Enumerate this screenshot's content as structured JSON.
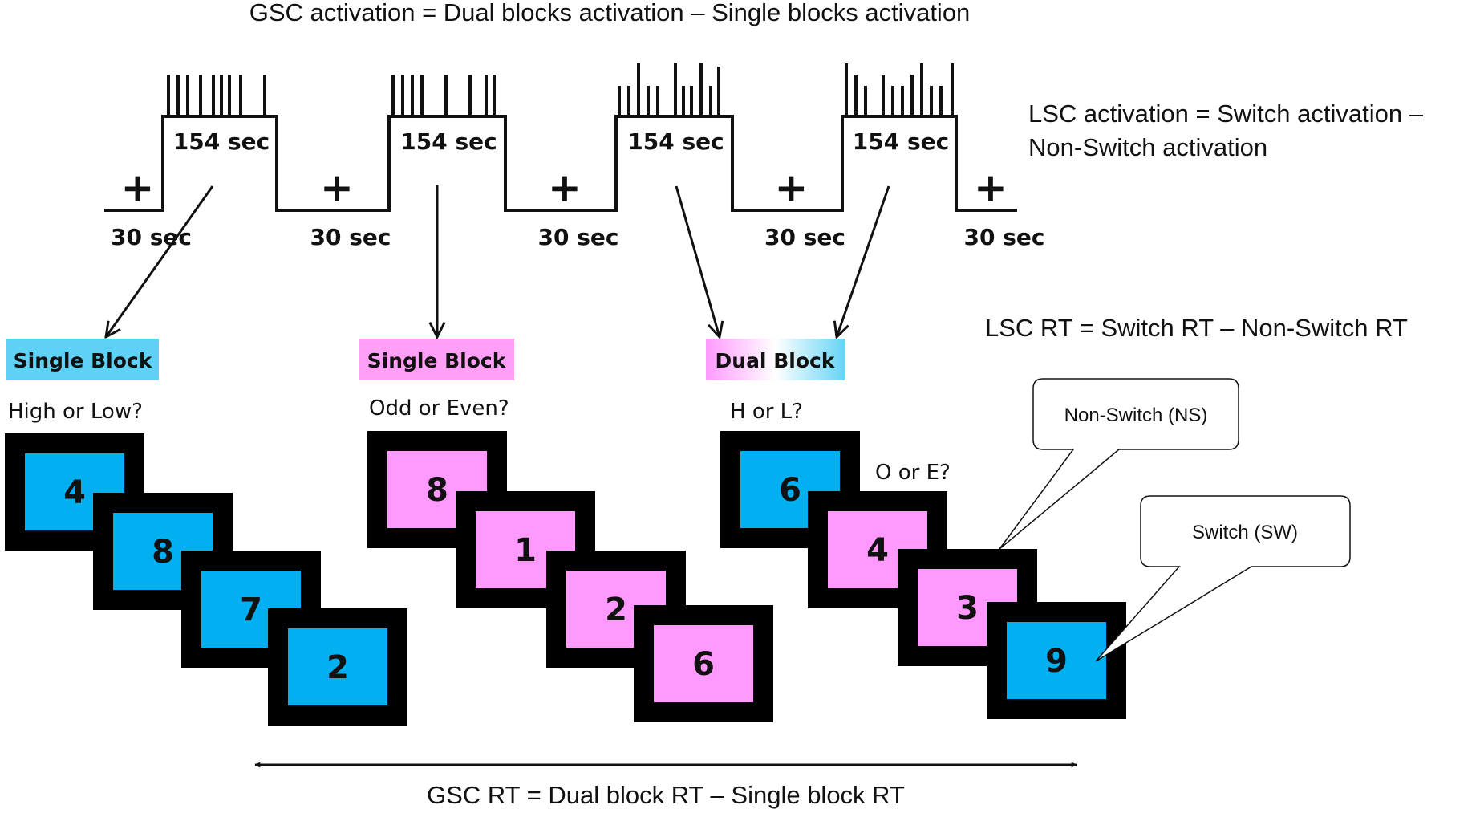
{
  "equations": {
    "gsc_activation": "GSC activation = Dual blocks activation – Single blocks activation",
    "lsc_activation_line1": "LSC activation = Switch activation –",
    "lsc_activation_line2": "Non-Switch activation",
    "lsc_rt": "LSC RT = Switch RT – Non-Switch RT",
    "gsc_rt": "GSC RT = Dual block RT – Single block RT"
  },
  "timeline": {
    "task_duration": "154 sec",
    "rest_duration": "30 sec",
    "fixation": "+",
    "task_periods": 4,
    "rest_periods": 5
  },
  "blocks": [
    {
      "label": "Single Block",
      "style": "single-blue",
      "question": "High or Low?",
      "trials": [
        {
          "digit": "4",
          "task": "blue"
        },
        {
          "digit": "8",
          "task": "blue"
        },
        {
          "digit": "7",
          "task": "blue"
        },
        {
          "digit": "2",
          "task": "blue"
        }
      ]
    },
    {
      "label": "Single Block",
      "style": "single-pink",
      "question": "Odd or Even?",
      "trials": [
        {
          "digit": "8",
          "task": "pink"
        },
        {
          "digit": "1",
          "task": "pink"
        },
        {
          "digit": "2",
          "task": "pink"
        },
        {
          "digit": "6",
          "task": "pink"
        }
      ]
    },
    {
      "label": "Dual Block",
      "style": "dual",
      "question": "H or L?",
      "question2": "O or E?",
      "trials": [
        {
          "digit": "6",
          "task": "blue"
        },
        {
          "digit": "4",
          "task": "pink"
        },
        {
          "digit": "3",
          "task": "pink"
        },
        {
          "digit": "9",
          "task": "blue"
        }
      ]
    }
  ],
  "callouts": {
    "non_switch": "Non-Switch (NS)",
    "switch": "Switch (SW)"
  },
  "colors": {
    "blue_task": "#00b0f0",
    "pink_task": "#ff99ff",
    "blue_label": "#5ed1f5",
    "pink_label": "#ff9ff5",
    "frame": "#000000",
    "ink": "#111111"
  }
}
